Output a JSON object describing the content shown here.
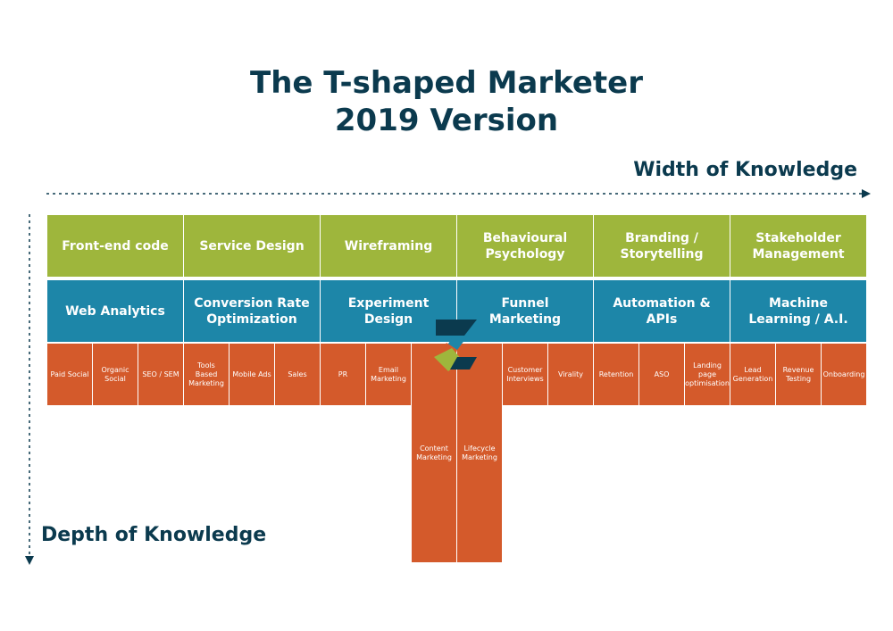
{
  "title": {
    "line1": "The T-shaped Marketer",
    "line2": "2019 Version"
  },
  "axes": {
    "width": "Width of Knowledge",
    "depth": "Depth of Knowledge"
  },
  "green_row": [
    "Front-end code",
    "Service Design",
    "Wireframing",
    "Behavioural Psychology",
    "Branding / Storytelling",
    "Stakeholder Management"
  ],
  "blue_row": [
    "Web Analytics",
    "Conversion Rate Optimization",
    "Experiment Design",
    "Funnel Marketing",
    "Automation & APIs",
    "Machine Learning / A.I."
  ],
  "orange_row": [
    "Paid Social",
    "Organic Social",
    "SEO / SEM",
    "Tools Based Marketing",
    "Mobile Ads",
    "Sales",
    "PR",
    "Email Marketing",
    "Content Marketing",
    "Lifecycle Marketing",
    "Customer Interviews",
    "Virality",
    "Retention",
    "ASO",
    "Landing page optimisation",
    "Lead Generation",
    "Revenue Testing",
    "Onboarding"
  ],
  "colors": {
    "green": "#9eb63c",
    "blue": "#1d86a8",
    "orange": "#d45a2b",
    "navy": "#0b3a4e"
  },
  "logo": "company-logo"
}
